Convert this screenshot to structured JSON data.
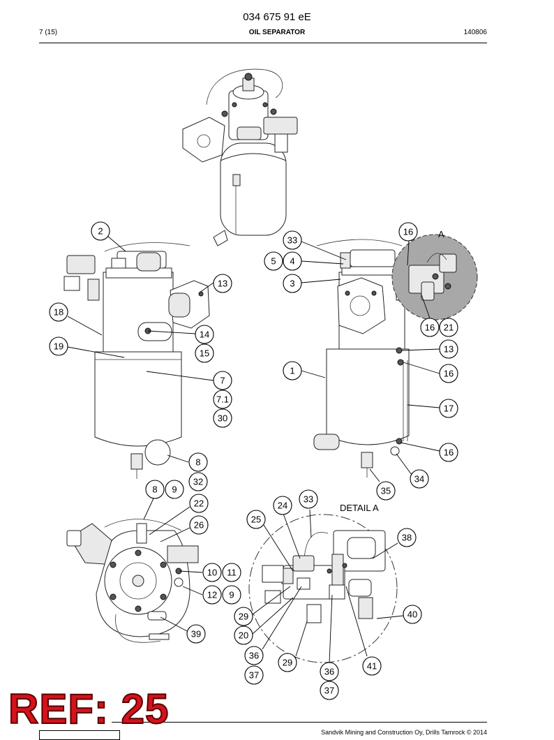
{
  "header": {
    "doc_number": "034 675 91 eE",
    "page": "7 (15)",
    "title": "OIL SEPARATOR",
    "date_code": "140806"
  },
  "footer": {
    "copyright": "Sandvik Mining and Construction Oy, Drills Tamrock © 2014"
  },
  "stamp": {
    "text": "REF: 25",
    "color": "#d4121b"
  },
  "labels": {
    "detail_a": "DETAIL A",
    "a_marker": "A"
  },
  "callouts": {
    "left_view": [
      "2",
      "13",
      "18",
      "19",
      "14",
      "15",
      "7",
      "7.1",
      "30",
      "8",
      "32"
    ],
    "right_view": [
      "33",
      "16",
      "5",
      "4",
      "3",
      "16",
      "21",
      "13",
      "16",
      "1",
      "17",
      "16",
      "34",
      "35"
    ],
    "bottom_left": [
      "8",
      "9",
      "22",
      "26",
      "10",
      "11",
      "12",
      "9",
      "39"
    ],
    "detail": [
      "24",
      "33",
      "25",
      "38",
      "29",
      "20",
      "40",
      "36",
      "37",
      "29",
      "36",
      "37",
      "41"
    ]
  }
}
